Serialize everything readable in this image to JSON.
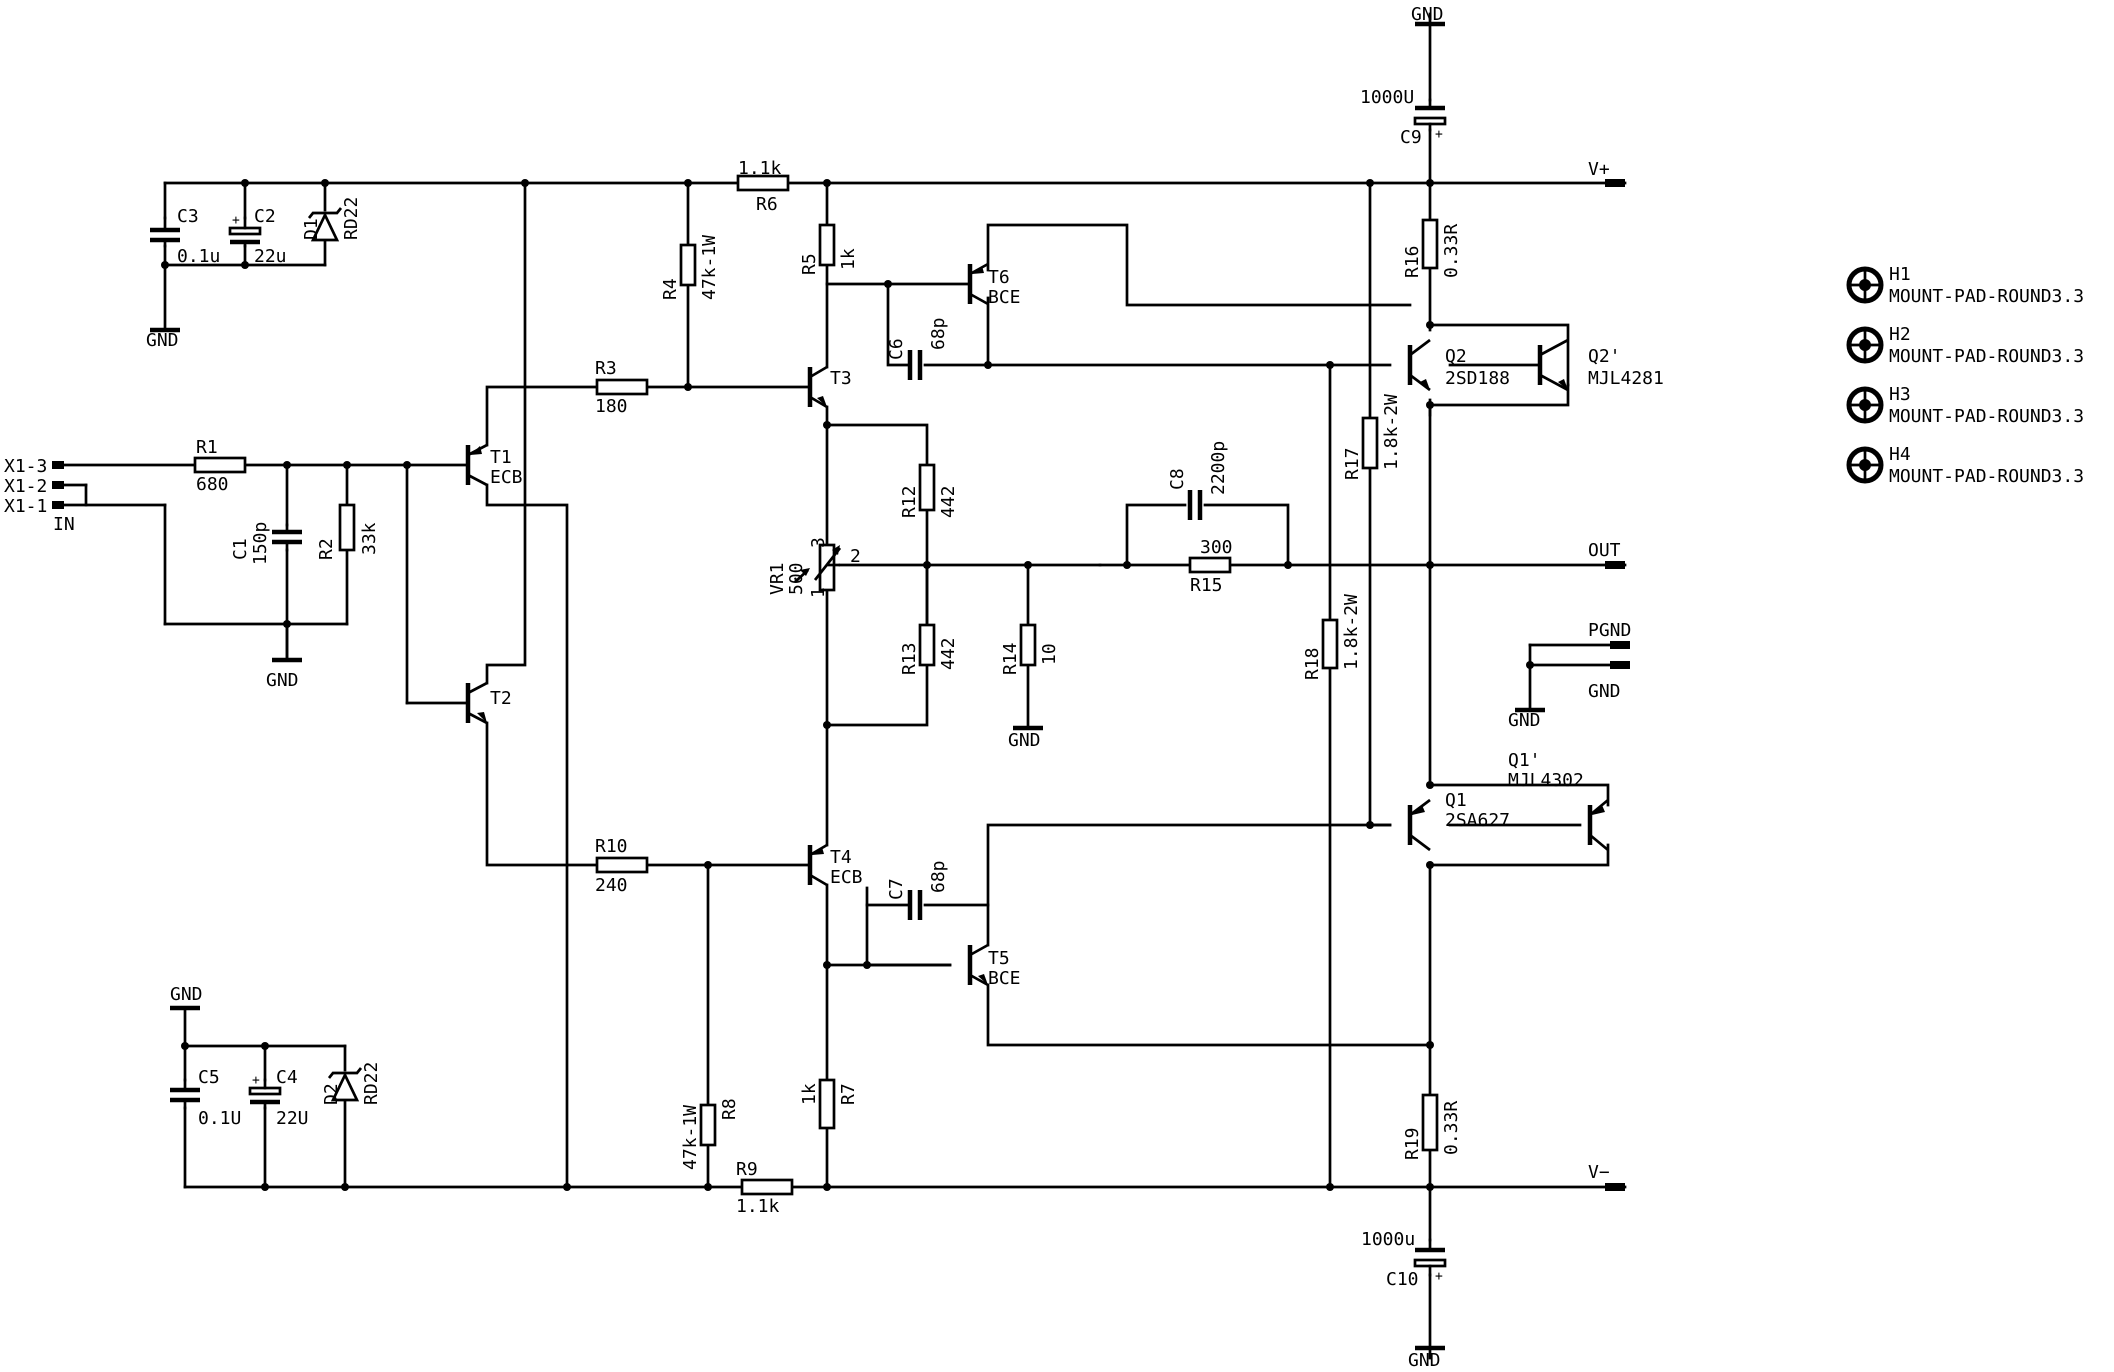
{
  "nets": {
    "vplus": "V+",
    "vminus": "V−",
    "out": "OUT",
    "pgnd": "PGND",
    "gnd": "GND",
    "in": "IN"
  },
  "connector": [
    "X1-3",
    "X1-2",
    "X1-1"
  ],
  "resistors": {
    "R1": {
      "ref": "R1",
      "value": "680"
    },
    "R2": {
      "ref": "R2",
      "value": "33k"
    },
    "R3": {
      "ref": "R3",
      "value": "180"
    },
    "R4": {
      "ref": "R4",
      "value": "47k-1W"
    },
    "R5": {
      "ref": "R5",
      "value": "1k"
    },
    "R6": {
      "ref": "R6",
      "value": "1.1k"
    },
    "R7": {
      "ref": "R7",
      "value": "1k"
    },
    "R8": {
      "ref": "R8",
      "value": "47k-1W"
    },
    "R9": {
      "ref": "R9",
      "value": "1.1k"
    },
    "R10": {
      "ref": "R10",
      "value": "240"
    },
    "R12": {
      "ref": "R12",
      "value": "442"
    },
    "R13": {
      "ref": "R13",
      "value": "442"
    },
    "R14": {
      "ref": "R14",
      "value": "10"
    },
    "R15": {
      "ref": "R15",
      "value": "300"
    },
    "R16": {
      "ref": "R16",
      "value": "0.33R"
    },
    "R17": {
      "ref": "R17",
      "value": "1.8k-2W"
    },
    "R18": {
      "ref": "R18",
      "value": "1.8k-2W"
    },
    "R19": {
      "ref": "R19",
      "value": "0.33R"
    }
  },
  "pot": {
    "ref": "VR1",
    "value": "500",
    "pin1": "1",
    "pin2": "2",
    "pin3": "3"
  },
  "capacitors": {
    "C1": {
      "ref": "C1",
      "value": "150p"
    },
    "C2": {
      "ref": "C2",
      "value": "22u"
    },
    "C3": {
      "ref": "C3",
      "value": "0.1u"
    },
    "C4": {
      "ref": "C4",
      "value": "22U"
    },
    "C5": {
      "ref": "C5",
      "value": "0.1U"
    },
    "C6": {
      "ref": "C6",
      "value": "68p"
    },
    "C7": {
      "ref": "C7",
      "value": "68p"
    },
    "C8": {
      "ref": "C8",
      "value": "2200p"
    },
    "C9": {
      "ref": "C9",
      "value": "1000U"
    },
    "C10": {
      "ref": "C10",
      "value": "1000u"
    }
  },
  "diodes": {
    "D1": {
      "ref": "D1",
      "value": "RD22"
    },
    "D2": {
      "ref": "D2",
      "value": "RD22"
    }
  },
  "transistors": {
    "T1": {
      "ref": "T1",
      "value": "ECB"
    },
    "T2": {
      "ref": "T2",
      "value": ""
    },
    "T3": {
      "ref": "T3",
      "value": ""
    },
    "T4": {
      "ref": "T4",
      "value": "ECB"
    },
    "T5": {
      "ref": "T5",
      "value": "BCE"
    },
    "T6": {
      "ref": "T6",
      "value": "BCE"
    },
    "Q1": {
      "ref": "Q1",
      "value": "2SA627"
    },
    "Q1p": {
      "ref": "Q1'",
      "value": "MJL4302"
    },
    "Q2": {
      "ref": "Q2",
      "value": "2SD188"
    },
    "Q2p": {
      "ref": "Q2'",
      "value": "MJL4281"
    }
  },
  "mounting": [
    {
      "ref": "H1",
      "value": "MOUNT-PAD-ROUND3.3"
    },
    {
      "ref": "H2",
      "value": "MOUNT-PAD-ROUND3.3"
    },
    {
      "ref": "H3",
      "value": "MOUNT-PAD-ROUND3.3"
    },
    {
      "ref": "H4",
      "value": "MOUNT-PAD-ROUND3.3"
    }
  ]
}
